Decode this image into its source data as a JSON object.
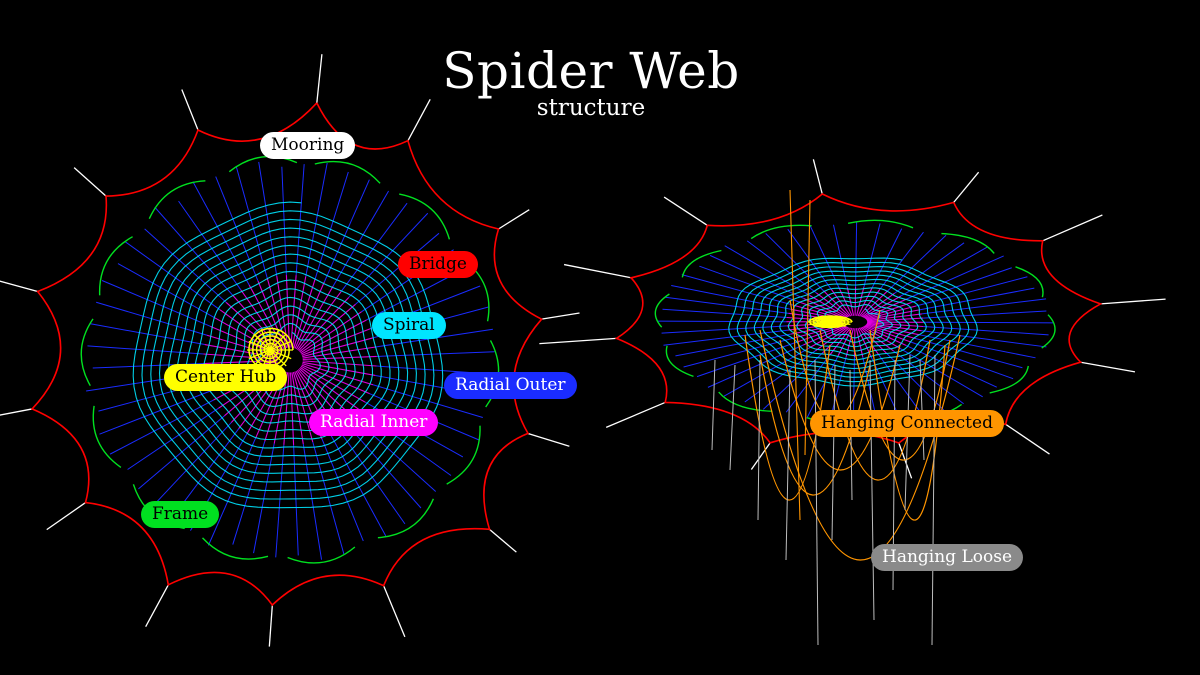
{
  "title": "Spider Web",
  "subtitle": "structure",
  "labels": {
    "mooring": "Mooring",
    "bridge": "Bridge",
    "spiral": "Spiral",
    "center_hub": "Center Hub",
    "radial_outer": "Radial Outer",
    "radial_inner": "Radial Inner",
    "frame": "Frame",
    "hanging_connected": "Hanging Connected",
    "hanging_loose": "Hanging Loose"
  },
  "colors": {
    "background": "#000000",
    "mooring": "#ffffff",
    "bridge": "#ff0000",
    "frame": "#00e020",
    "spiral": "#00e5ff",
    "center_hub": "#ffff00",
    "radial_outer": "#1a2cff",
    "radial_inner": "#ff00ff",
    "hanging_connected": "#ff9500",
    "hanging_loose": "#8a8a8a",
    "title": "#ffffff"
  }
}
